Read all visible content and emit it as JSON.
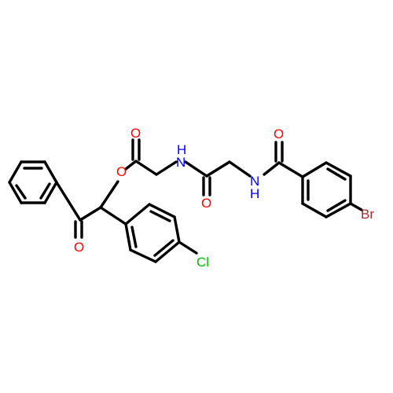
{
  "molecule": {
    "atoms": {
      "o_ester": {
        "text": "O",
        "color": "#ff0000"
      },
      "o_ester_carbonyl": {
        "text": "O",
        "color": "#ff0000"
      },
      "nh_1": {
        "text": "N",
        "h_text": "H",
        "color": "#0000ff"
      },
      "o_amide_1": {
        "text": "O",
        "color": "#ff0000"
      },
      "nh_2": {
        "text": "N",
        "h_text": "H",
        "color": "#0000ff"
      },
      "o_amide_2": {
        "text": "O",
        "color": "#ff0000"
      },
      "o_ketone": {
        "text": "O",
        "color": "#ff0000"
      },
      "br": {
        "text": "Br",
        "color": "#a52a2a"
      },
      "cl": {
        "text": "Cl",
        "color": "#00c000"
      }
    },
    "bond_color": "#000000"
  }
}
